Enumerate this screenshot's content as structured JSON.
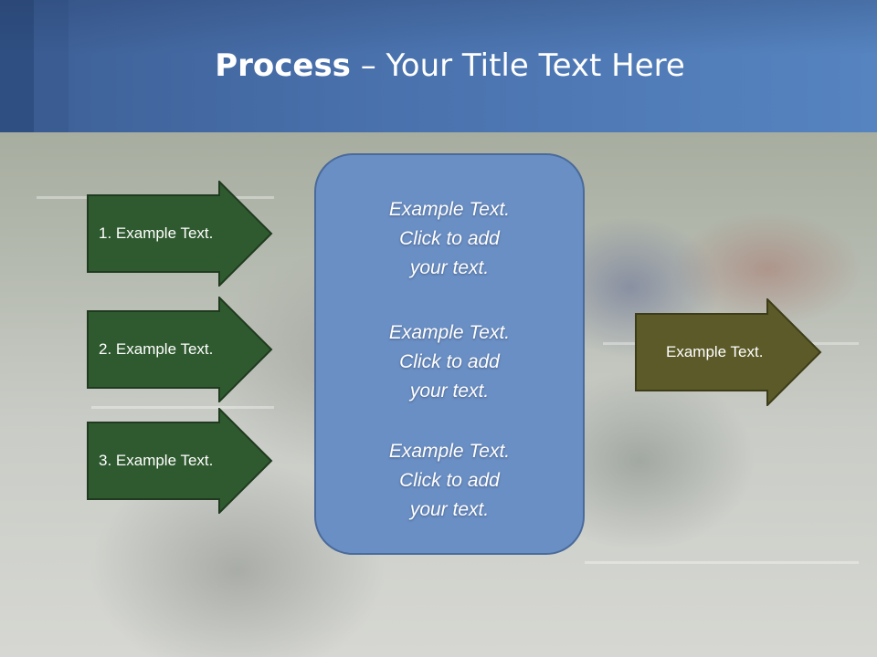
{
  "header": {
    "title_bold": "Process",
    "title_rest": " – Your Title Text Here"
  },
  "left_arrows": [
    {
      "label": "1. Example Text."
    },
    {
      "label": "2. Example Text."
    },
    {
      "label": "3. Example Text."
    }
  ],
  "center_panel": {
    "blocks": [
      {
        "line1": "Example Text.",
        "line2": "Click  to add",
        "line3": "your text."
      },
      {
        "line1": "Example Text.",
        "line2": "Click  to add",
        "line3": "your text."
      },
      {
        "line1": "Example Text.",
        "line2": "Click  to add",
        "line3": "your text."
      }
    ]
  },
  "right_arrow": {
    "label": "Example Text."
  },
  "colors": {
    "header_blue": "#4a72ad",
    "left_arrow_fill": "#2f5a2f",
    "right_arrow_fill": "#5b5a28",
    "panel_fill": "#6a8fc4"
  }
}
